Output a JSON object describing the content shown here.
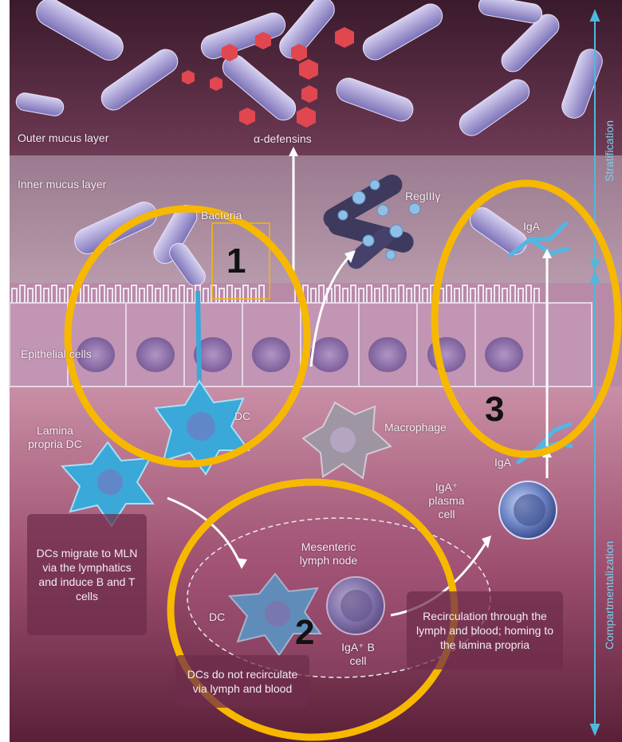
{
  "labels": {
    "outer_mucus": "Outer mucus layer",
    "alpha_defensins": "α-defensins",
    "inner_mucus": "Inner mucus layer",
    "bacteria": "Bacteria",
    "regiiig": "RegIIIγ",
    "iga_top": "IgA",
    "epithelial": "Epithelial cells",
    "dc": "DC",
    "macrophage": "Macrophage",
    "lamina_dc": "Lamina propria DC",
    "iga_mid": "IgA",
    "iga_plasma": "IgA⁺ plasma cell",
    "mesenteric": "Mesenteric lymph node",
    "dc_node": "DC",
    "iga_bcell": "IgA⁺ B cell"
  },
  "boxes": {
    "dc_migrate": "DCs migrate to MLN via the lymphatics and induce B and T cells",
    "dc_not_recirc": "DCs do not recirculate via lymph and blood",
    "recirculation": "Recirculation through the lymph and blood; homing to the lamina propria"
  },
  "side": {
    "stratification": "Stratification",
    "compartmentalization": "Compartmentalization"
  },
  "markers": [
    "1",
    "2",
    "3"
  ],
  "colors": {
    "highlight": "#f7b800",
    "dc_cell": "#3aa8d8",
    "side_axis": "#4fb8de"
  }
}
